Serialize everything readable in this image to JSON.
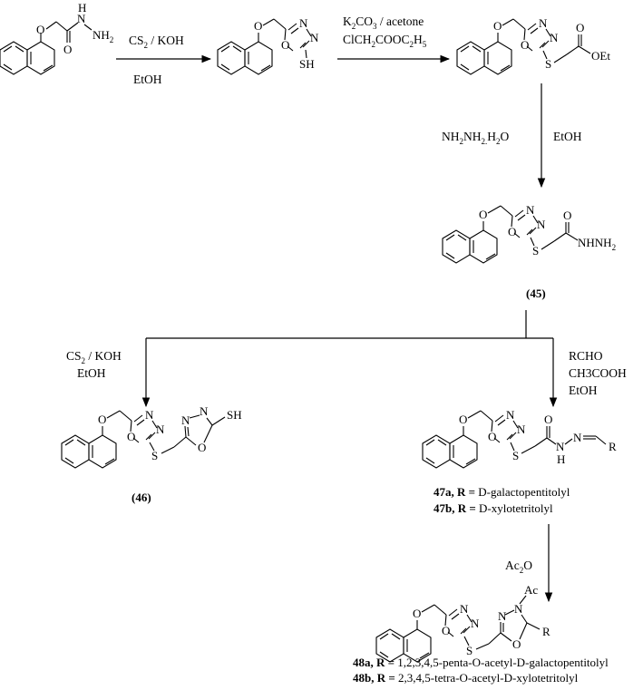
{
  "compounds": {
    "start": {
      "atoms": {
        "o_ether": "O",
        "o_carbonyl": "O",
        "nh": "N",
        "h": "H",
        "nh2": "NH",
        "nh2_sub": "2"
      }
    },
    "thiol": {
      "atoms": {
        "o_ether": "O",
        "o_ring": "O",
        "n1": "N",
        "n2": "N",
        "sh": "SH"
      }
    },
    "ester": {
      "atoms": {
        "o_ether": "O",
        "o_ring": "O",
        "n1": "N",
        "n2": "N",
        "s": "S",
        "o_carbonyl": "O",
        "oet": "OEt"
      }
    },
    "c45": {
      "label": "(45)",
      "atoms": {
        "o_ether": "O",
        "o_ring": "O",
        "n1": "N",
        "n2": "N",
        "s": "S",
        "o_carbonyl": "O",
        "nhnh2": "NHNH",
        "nhnh2_sub": "2"
      }
    },
    "c46": {
      "label": "(46)",
      "atoms": {
        "o_ether": "O",
        "o_ring": "O",
        "n1": "N",
        "n2": "N",
        "s": "S",
        "o_ring2": "O",
        "n3": "N",
        "n4": "N",
        "sh": "SH"
      }
    },
    "c47": {
      "label_a_bold": "47a, R =",
      "label_a_text": " D-galactopentitolyl",
      "label_b_bold": "47b, R =",
      "label_b_text": " D-xylotetritolyl",
      "atoms": {
        "o_ether": "O",
        "o_ring": "O",
        "n1": "N",
        "n2": "N",
        "s": "S",
        "o_carbonyl": "O",
        "n_amide": "N",
        "h": "H",
        "n_imine": "N",
        "r": "R"
      }
    },
    "c48": {
      "label_a_bold": "48a, R =",
      "label_a_text": " 1,2,3,4,5-penta-O-acetyl-D-galactopentitolyl",
      "label_b_bold": "48b, R =",
      "label_b_text": " 2,3,4,5-tetra-O-acetyl-D-xylotetritolyl",
      "atoms": {
        "o_ether": "O",
        "o_ring": "O",
        "n1": "N",
        "n2": "N",
        "s": "S",
        "o_ring2": "O",
        "n3": "N",
        "n4": "N",
        "ac": "Ac",
        "r": "R"
      }
    }
  },
  "reagents": {
    "step1_top": "CS",
    "step1_top_sub": "2",
    "step1_top_rest": " / KOH",
    "step1_bottom": "EtOH",
    "step2_line1_a": "K",
    "step2_line1_sub1": "2",
    "step2_line1_b": "CO",
    "step2_line1_sub2": "3",
    "step2_line1_c": " / acetone",
    "step2_line2_a": "ClCH",
    "step2_line2_sub1": "2",
    "step2_line2_b": "COOC",
    "step2_line2_sub2": "2",
    "step2_line2_c": "H",
    "step2_line2_sub3": "5",
    "step3_left_a": "NH",
    "step3_left_sub1": "2",
    "step3_left_b": "NH",
    "step3_left_sub2": "2.",
    "step3_left_c": "H",
    "step3_left_sub3": "2",
    "step3_left_d": "O",
    "step3_right": "EtOH",
    "step4_line1": "CS",
    "step4_line1_sub": "2",
    "step4_line1_rest": " / KOH",
    "step4_line2": "EtOH",
    "step5_line1": "RCHO",
    "step5_line2": "CH3COOH",
    "step5_line3": "EtOH",
    "step6": "Ac",
    "step6_sub": "2",
    "step6_rest": "O"
  }
}
